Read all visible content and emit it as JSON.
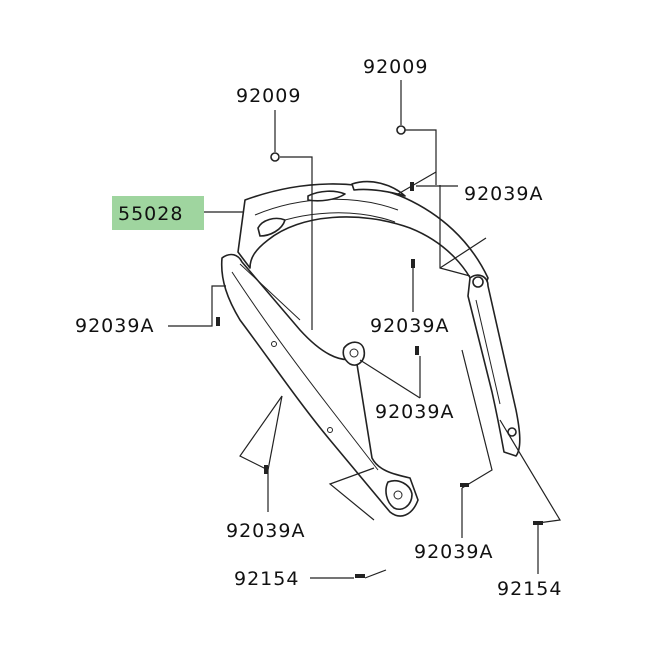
{
  "highlight_color": "#9fd59f",
  "labels": {
    "main_part": "55028",
    "bolt_left": "92009",
    "bolt_right": "92009",
    "screw_top_right": "92039A",
    "screw_left": "92039A",
    "screw_mid_upper": "92039A",
    "screw_mid_lower": "92039A",
    "screw_bottom_left": "92039A",
    "screw_bottom_mid": "92039A",
    "clip_bottom_left": "92154",
    "clip_bottom_right": "92154"
  }
}
